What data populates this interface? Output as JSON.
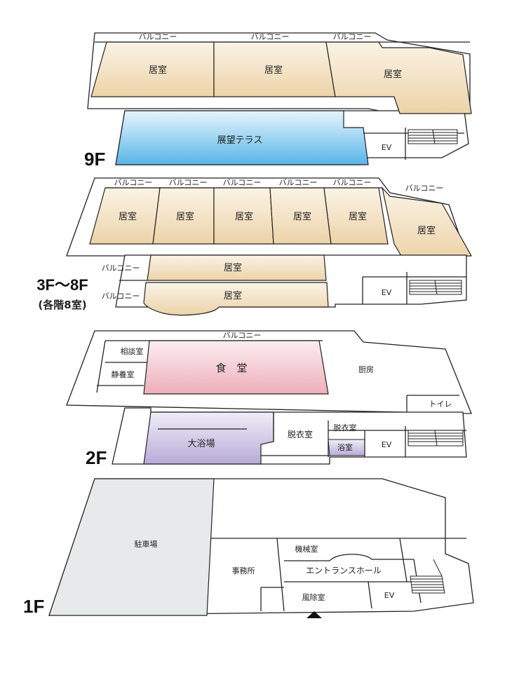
{
  "colors": {
    "room_residential": "#efd9b6",
    "terrace": "#8ccbee",
    "dining": "#f2c7cf",
    "bath": "#cfc6e4",
    "parking": "#e7eaea"
  },
  "icons": {
    "entrance": "entrance-arrow-icon",
    "stairs": "stairs-icon"
  },
  "floors": {
    "f9": {
      "label": "9F",
      "balconies": [
        "バルコニー",
        "バルコニー",
        "バルコニー"
      ],
      "rooms": [
        "居室",
        "居室",
        "居室"
      ],
      "terrace": "展望テラス",
      "ev": "EV"
    },
    "f3_8": {
      "label": "3F〜8F",
      "sub": "(各階8室)",
      "balconies": [
        "バルコニー",
        "バルコニー",
        "バルコニー",
        "バルコニー",
        "バルコニー",
        "バルコニー"
      ],
      "rooms": [
        "居室",
        "居室",
        "居室",
        "居室",
        "居室",
        "居室"
      ],
      "lower_balconies": [
        "バルコニー",
        "バルコニー"
      ],
      "lower_rooms": [
        "居室",
        "居室"
      ],
      "ev": "EV"
    },
    "f2": {
      "label": "2F",
      "balcony": "バルコニー",
      "consult": "相談室",
      "rest": "静養室",
      "dining": "食　堂",
      "kitchen": "厨房",
      "toilet": "トイレ",
      "bath": "大浴場",
      "dress1": "脱衣室",
      "dress2": "脱衣室",
      "bath_small": "浴室",
      "ev": "EV"
    },
    "f1": {
      "label": "1F",
      "parking": "駐車場",
      "machine": "機械室",
      "office": "事務所",
      "hall": "エントランスホール",
      "windbreak": "風除室",
      "ev": "EV"
    }
  }
}
